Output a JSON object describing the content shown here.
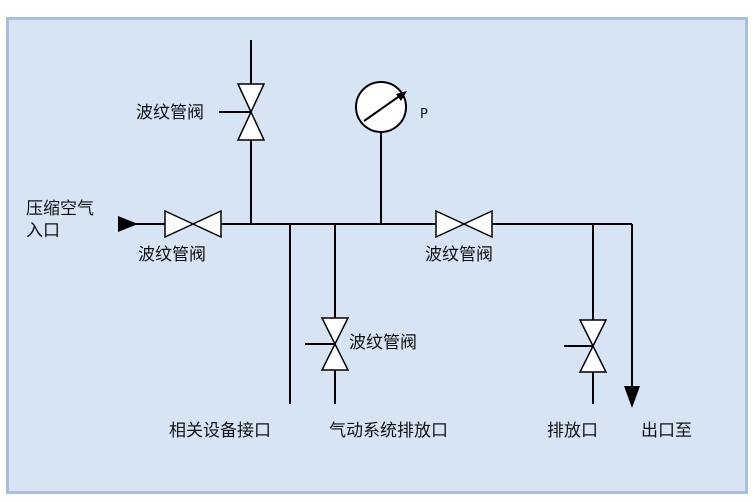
{
  "labels": {
    "inlet_line1": "压缩空气",
    "inlet_line2": "入口",
    "valve_top": "波纹管阀",
    "valve_left": "波纹管阀",
    "valve_right": "波纹管阀",
    "valve_mid": "波纹管阀",
    "gauge_p": "P",
    "port_equipment": "相关设备接口",
    "port_pneumatic": "气动系统排放口",
    "port_drain": "排放口",
    "port_outlet": "出口至"
  }
}
